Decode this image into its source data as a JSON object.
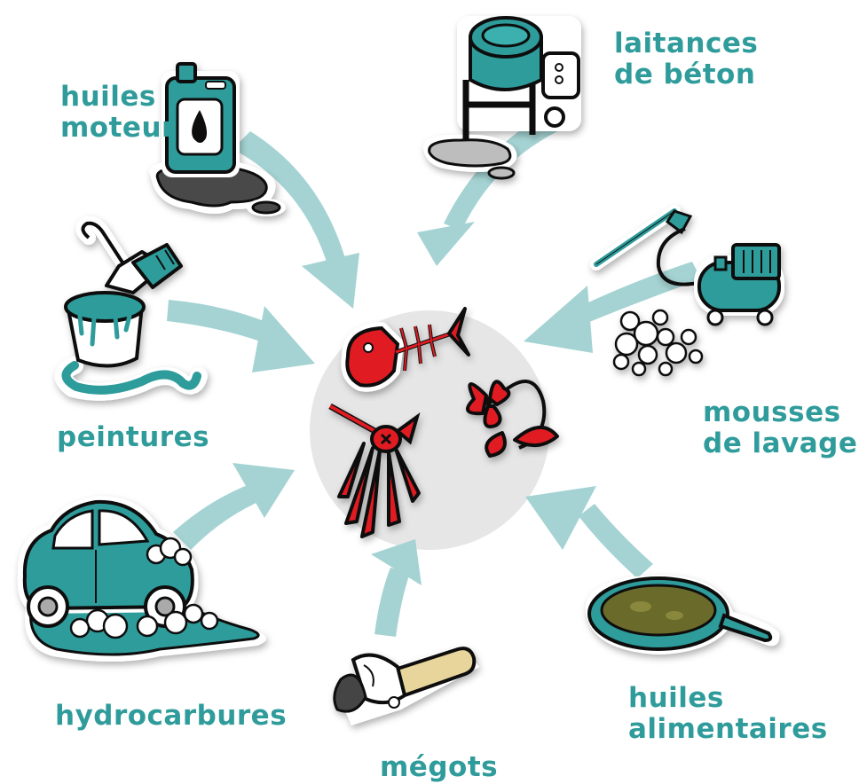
{
  "labels": {
    "huiles_moteur": [
      "huiles",
      "moteur"
    ],
    "laitances": [
      "laitances",
      "de béton"
    ],
    "mousses": [
      "mousses",
      "de lavage"
    ],
    "peintures": "peintures",
    "hydrocarbures": "hydrocarbures",
    "megots": "mégots",
    "huiles_alimentaires": [
      "huiles",
      "alimentaires"
    ]
  },
  "icons": {
    "center": [
      "fish-skeleton-icon",
      "dead-shrimp-icon",
      "wilted-flower-icon"
    ],
    "sources": [
      "jerrycan-oil-icon",
      "concrete-mixer-icon",
      "pressure-washer-icon",
      "paint-bucket-icon",
      "car-wash-icon",
      "cigarette-butt-icon",
      "frying-pan-icon"
    ]
  },
  "colors": {
    "teal": "#2f9c9b",
    "arrow": "#a5d3d3",
    "red": "#e01b24",
    "center_circle": "#e6e6e6"
  }
}
